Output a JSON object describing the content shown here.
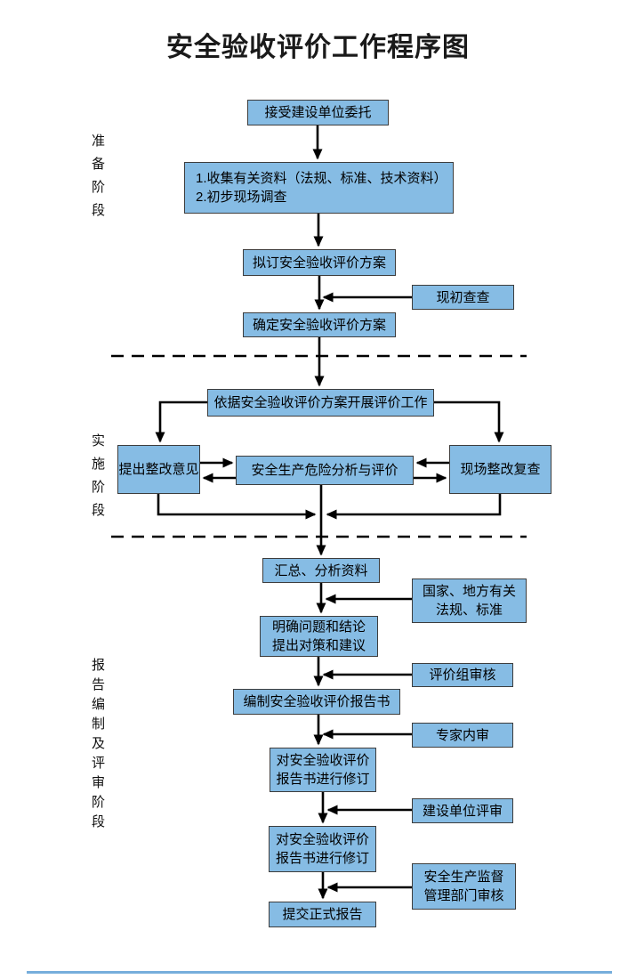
{
  "title": "安全验收评价工作程序图",
  "colors": {
    "box_fill": "#86bce4",
    "box_border": "#3d3d3d",
    "line": "#000000",
    "bottom_rule": "#76aedc"
  },
  "phases": {
    "prepare": "准备阶段",
    "implement": "实施阶段",
    "report": "报告编制及评审阶段"
  },
  "nodes": {
    "accept": "接受建设单位委托",
    "collect_line1": "1.收集有关资料（法规、标准、技术资料）",
    "collect_line2": "2.初步现场调查",
    "draft_plan": "拟订安全验收评价方案",
    "initial_review": "现初查查",
    "confirm_plan": "确定安全验收评价方案",
    "carry_out": "依据安全验收评价方案开展评价工作",
    "suggest_rectify": "提出整改意见",
    "risk_analysis": "安全生产危险分析与评价",
    "site_recheck": "现场整改复查",
    "summarize": "汇总、分析资料",
    "laws_line1": "国家、地方有关",
    "laws_line2": "法规、标准",
    "clarify_line1": "明确问题和结论",
    "clarify_line2": "提出对策和建议",
    "compile_report": "编制安全验收评价报告书",
    "group_review": "评价组审核",
    "expert_review": "专家内审",
    "revise1_line1": "对安全验收评价",
    "revise1_line2": "报告书进行修订",
    "owner_review": "建设单位评审",
    "revise2_line1": "对安全验收评价",
    "revise2_line2": "报告书进行修订",
    "supervision_line1": "安全生产监督",
    "supervision_line2": "管理部门审核",
    "submit_report": "提交正式报告"
  }
}
